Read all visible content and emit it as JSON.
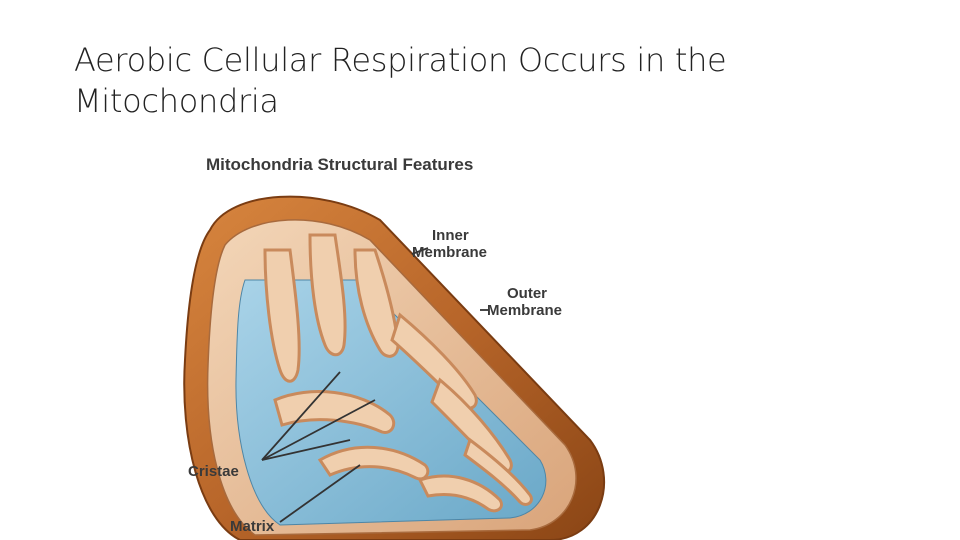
{
  "slide": {
    "title_line1": "Aerobic Cellular Respiration Occurs in the",
    "title_line2": "Mitochondria"
  },
  "diagram": {
    "heading": "Mitochondria Structural Features",
    "labels": {
      "inner_1": "Inner",
      "inner_2": "Membrane",
      "outer_1": "Outer",
      "outer_2": "Membrane",
      "cristae": "Cristae",
      "matrix": "Matrix"
    },
    "colors": {
      "outer_membrane": "#b8662a",
      "intermembrane": "#e8c09a",
      "matrix": "#7fb9d6",
      "cristae_edge": "#c98a5c"
    }
  }
}
